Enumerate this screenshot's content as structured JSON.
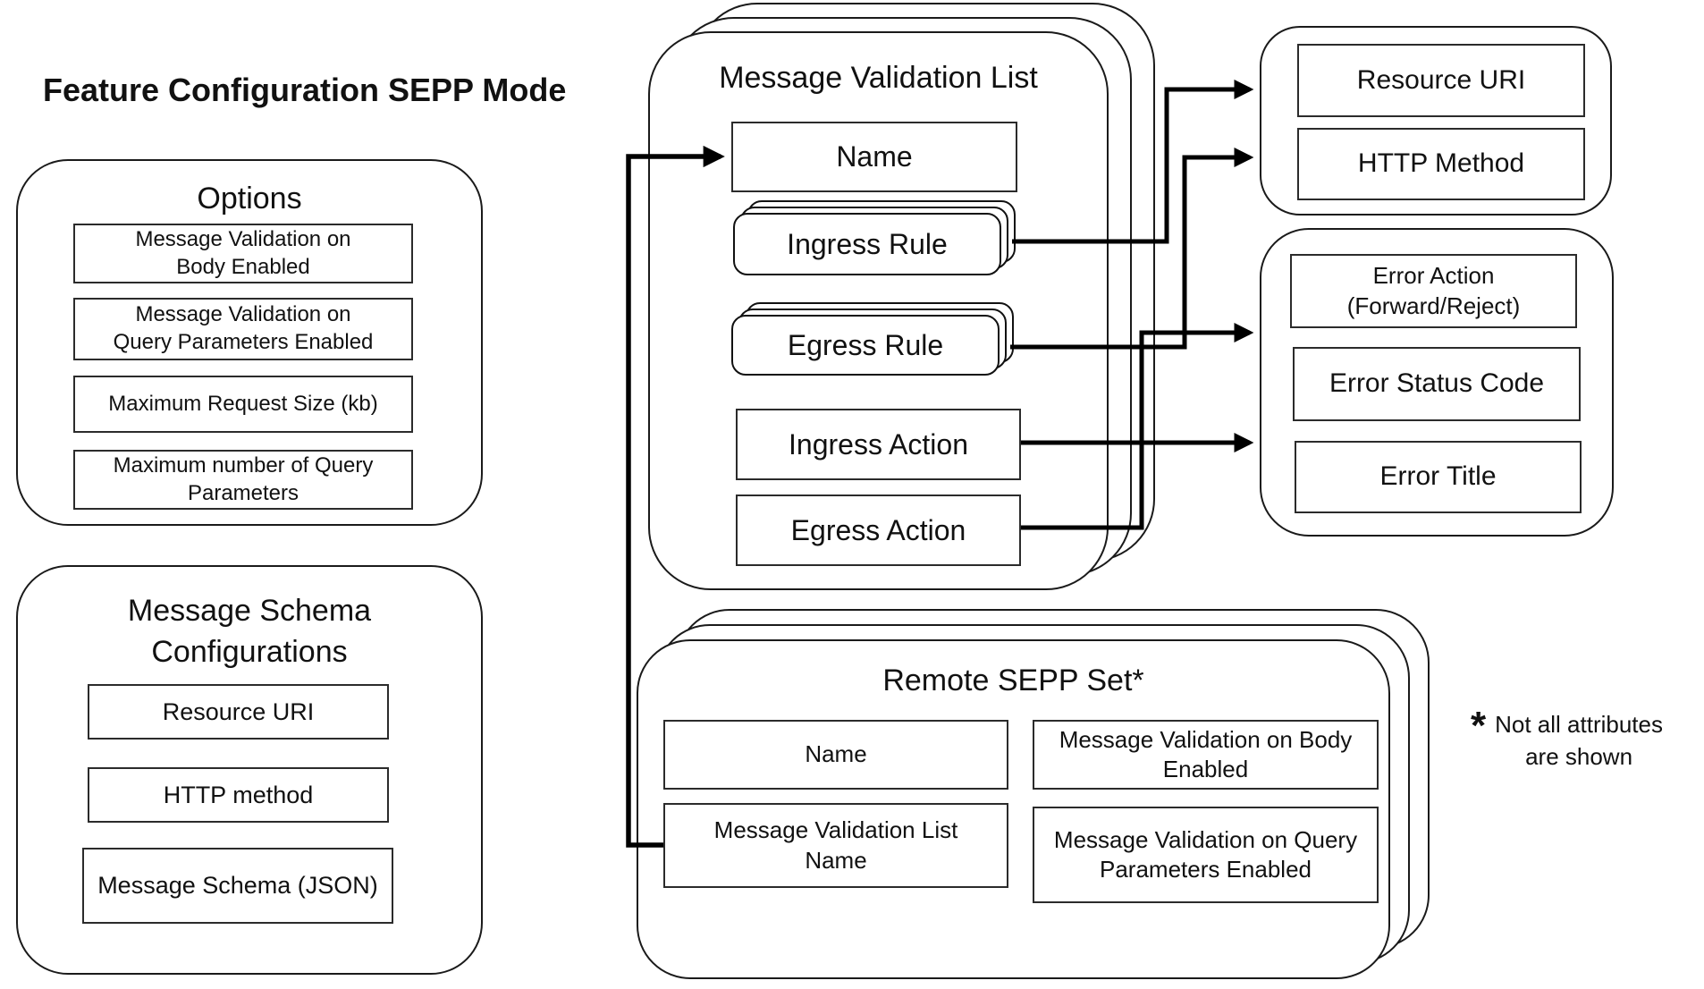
{
  "diagram_title": "Feature Configuration SEPP Mode",
  "options": {
    "title": "Options",
    "items": [
      {
        "lines": [
          "Message Validation on",
          "Body Enabled"
        ]
      },
      {
        "lines": [
          "Message Validation on",
          "Query Parameters Enabled"
        ]
      },
      {
        "lines": [
          "Maximum Request Size (kb)"
        ]
      },
      {
        "lines": [
          "Maximum number of Query",
          "Parameters"
        ]
      }
    ]
  },
  "message_schema": {
    "title_lines": [
      "Message Schema",
      "Configurations"
    ],
    "items": [
      "Resource URI",
      "HTTP method",
      "Message Schema (JSON)"
    ]
  },
  "message_validation_list": {
    "title": "Message Validation List",
    "name": "Name",
    "ingress_rule": "Ingress Rule",
    "egress_rule": "Egress Rule",
    "ingress_action": "Ingress Action",
    "egress_action": "Egress Action"
  },
  "rule_attributes": {
    "resource_uri": "Resource URI",
    "http_method": "HTTP Method"
  },
  "error_attributes": {
    "action_lines": [
      "Error Action",
      "(Forward/Reject)"
    ],
    "status_code": "Error Status Code",
    "title": "Error Title"
  },
  "remote_sepp_set": {
    "title": "Remote SEPP Set*",
    "name": "Name",
    "mvl_name_lines": [
      "Message Validation List",
      "Name"
    ],
    "body_lines": [
      "Message Validation on Body",
      "Enabled"
    ],
    "query_lines": [
      "Message Validation on Query",
      "Parameters Enabled"
    ]
  },
  "footnote": {
    "marker": "*",
    "lines": [
      "Not all attributes",
      "are shown"
    ]
  },
  "colors": {
    "stroke": "#000000",
    "box_border": "#2b2b2b",
    "background": "#ffffff",
    "text": "#111111"
  }
}
